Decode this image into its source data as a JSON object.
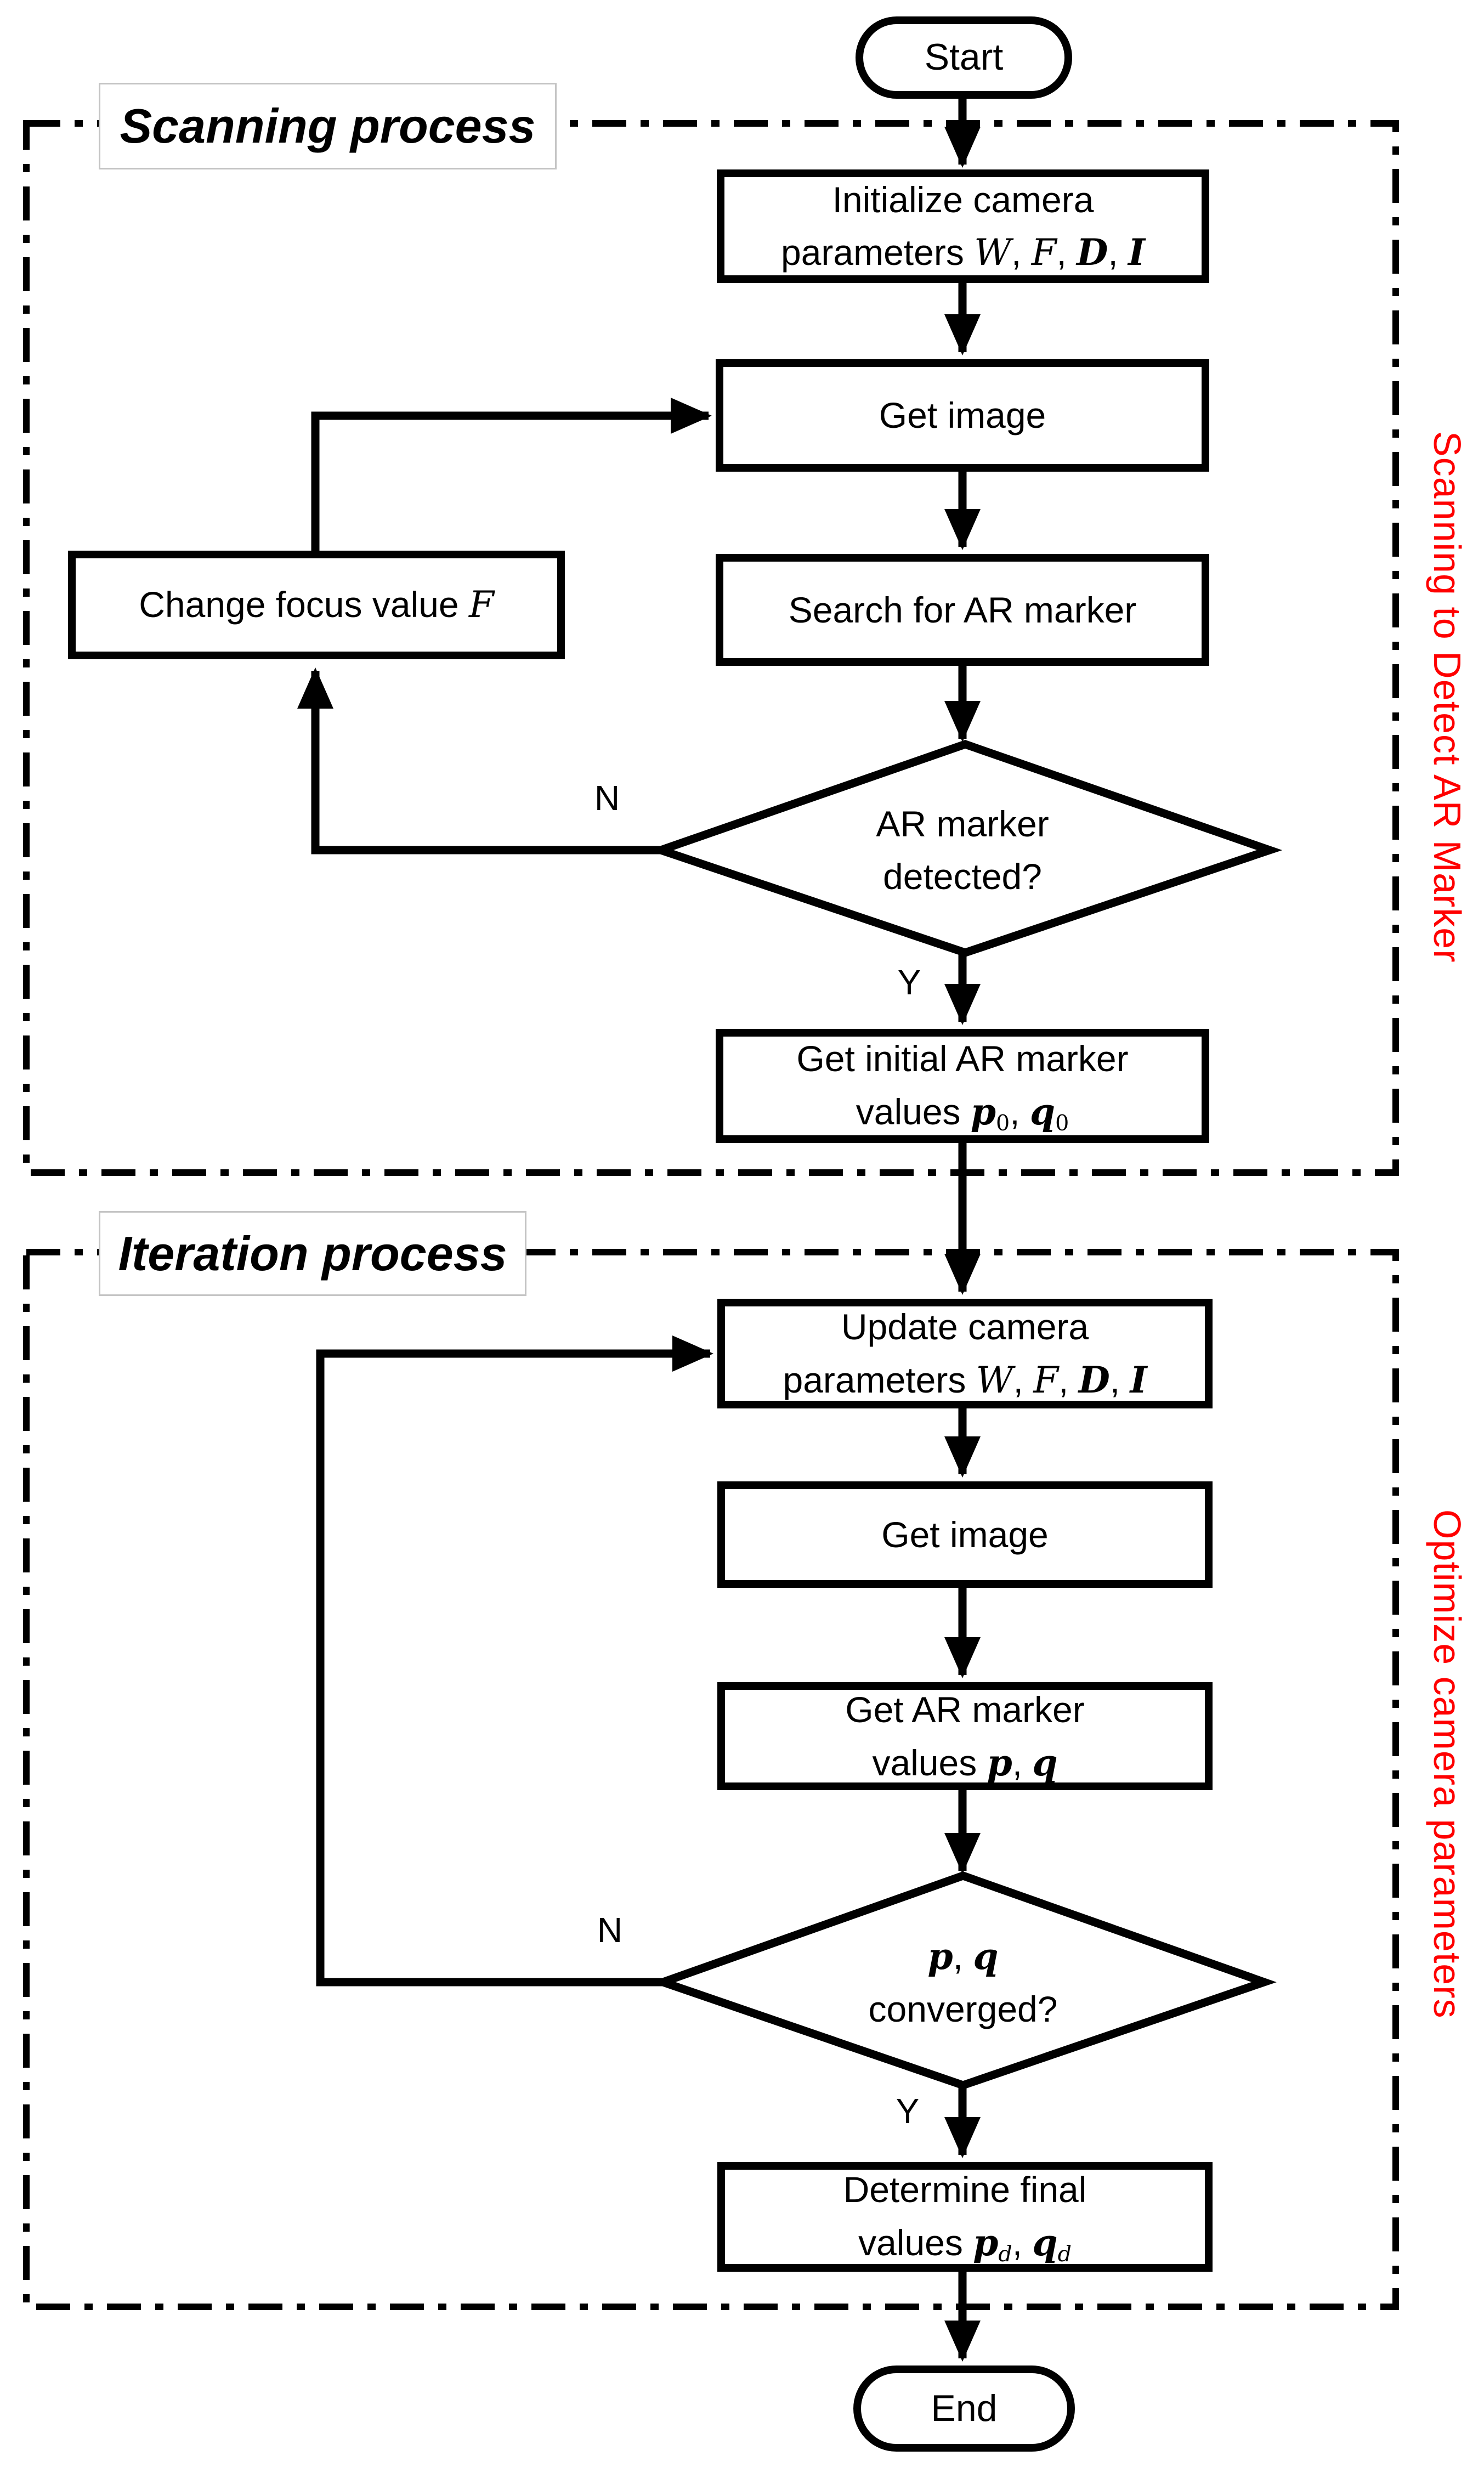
{
  "colors": {
    "line": "#000000",
    "side_label_red": "#ff0000",
    "section_label_border": "#c4c4c4",
    "background": "#ffffff"
  },
  "branch": {
    "no": "N",
    "yes": "Y"
  },
  "sections": [
    {
      "label": "Scanning process",
      "side_label": "Scanning to Detect AR Marker"
    },
    {
      "label": "Iteration process",
      "side_label": "Optimize camera parameters"
    }
  ],
  "nodes": {
    "start": {
      "lines": [
        [
          {
            "t": "Start"
          }
        ]
      ]
    },
    "init": {
      "lines": [
        [
          {
            "t": "Initialize camera"
          }
        ],
        [
          {
            "t": "parameters "
          },
          {
            "t": "W",
            "s": "mi"
          },
          {
            "t": ", "
          },
          {
            "t": "F",
            "s": "mi"
          },
          {
            "t": ", "
          },
          {
            "t": "D",
            "s": "mb"
          },
          {
            "t": ", "
          },
          {
            "t": "I",
            "s": "mb"
          }
        ]
      ]
    },
    "get_image_1": {
      "lines": [
        [
          {
            "t": "Get image"
          }
        ]
      ]
    },
    "search": {
      "lines": [
        [
          {
            "t": "Search for AR marker"
          }
        ]
      ]
    },
    "decision_1": {
      "lines": [
        [
          {
            "t": "AR marker"
          }
        ],
        [
          {
            "t": "detected?"
          }
        ]
      ]
    },
    "change_focus": {
      "lines": [
        [
          {
            "t": "Change focus value "
          },
          {
            "t": "F",
            "s": "mi"
          }
        ]
      ]
    },
    "get_initial": {
      "lines": [
        [
          {
            "t": "Get initial AR marker"
          }
        ],
        [
          {
            "t": "values "
          },
          {
            "t": "p",
            "s": "mb"
          },
          {
            "t": "0",
            "s": "sub"
          },
          {
            "t": ", "
          },
          {
            "t": "q",
            "s": "mb"
          },
          {
            "t": "0",
            "s": "sub"
          }
        ]
      ]
    },
    "update": {
      "lines": [
        [
          {
            "t": "Update camera"
          }
        ],
        [
          {
            "t": "parameters "
          },
          {
            "t": "W",
            "s": "mi"
          },
          {
            "t": ", "
          },
          {
            "t": "F",
            "s": "mi"
          },
          {
            "t": ", "
          },
          {
            "t": "D",
            "s": "mb"
          },
          {
            "t": ", "
          },
          {
            "t": "I",
            "s": "mb"
          }
        ]
      ]
    },
    "get_image_2": {
      "lines": [
        [
          {
            "t": "Get image"
          }
        ]
      ]
    },
    "get_ar": {
      "lines": [
        [
          {
            "t": "Get AR marker"
          }
        ],
        [
          {
            "t": "values "
          },
          {
            "t": "p",
            "s": "mb"
          },
          {
            "t": ", "
          },
          {
            "t": "q",
            "s": "mb"
          }
        ]
      ]
    },
    "decision_2": {
      "lines": [
        [
          {
            "t": "p",
            "s": "mb"
          },
          {
            "t": ", "
          },
          {
            "t": "q",
            "s": "mb"
          }
        ],
        [
          {
            "t": "converged?"
          }
        ]
      ]
    },
    "determine": {
      "lines": [
        [
          {
            "t": "Determine final"
          }
        ],
        [
          {
            "t": "values "
          },
          {
            "t": "p",
            "s": "mb"
          },
          {
            "t": "d",
            "s": "subi"
          },
          {
            "t": ", "
          },
          {
            "t": "q",
            "s": "mb"
          },
          {
            "t": "d",
            "s": "subi"
          }
        ]
      ]
    },
    "end": {
      "lines": [
        [
          {
            "t": "End"
          }
        ]
      ]
    }
  }
}
